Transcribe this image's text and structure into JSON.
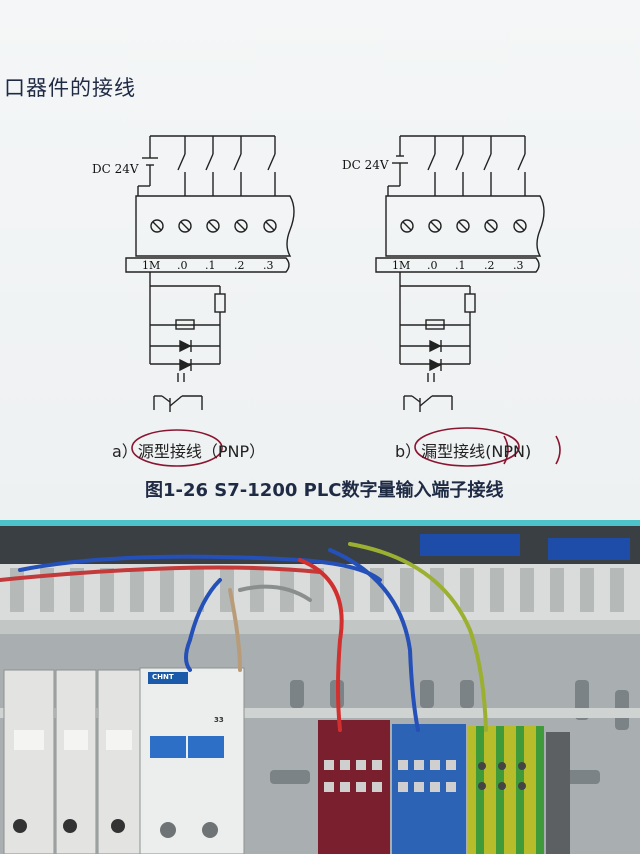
{
  "slide": {
    "title": "口器件的接线",
    "diagram_left": {
      "supply_label": "DC 24V",
      "terminals": [
        "1M",
        ".0",
        ".1",
        ".2",
        ".3"
      ],
      "caption_prefix": "a）",
      "caption_type": "源型接线",
      "caption_suffix": "（PNP）"
    },
    "diagram_right": {
      "supply_label": "DC 24V",
      "terminals": [
        "1M",
        ".0",
        ".1",
        ".2",
        ".3"
      ],
      "caption_prefix": "b）",
      "caption_type": "漏型接线",
      "caption_suffix": "(NPN)"
    },
    "figure_caption": "图1-26  S7-1200 PLC数字量输入端子接线"
  },
  "photo": {
    "breaker_brand": "CHNT",
    "breaker_pole_mark": "33",
    "colors": {
      "slide_bg": "#eef1f2",
      "title_text": "#1f2a44",
      "annotation_ink": "#8a1530",
      "rail": "#9aa2a5",
      "red_terminal": "#7a1f2e",
      "blue_terminal": "#2c63b5",
      "earth_terminal": "#b7bd2a"
    }
  }
}
